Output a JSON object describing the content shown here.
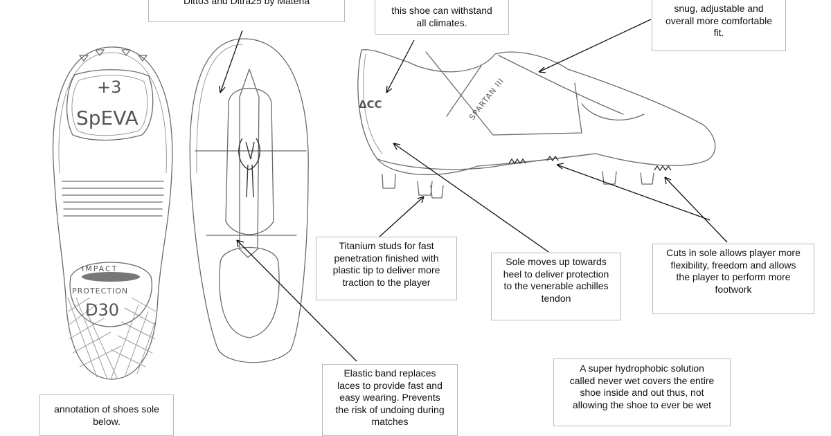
{
  "callouts": {
    "materia": [
      "Ditto3 and Ditra25 by Materia"
    ],
    "climate": [
      "this shoe can withstand",
      "all climates."
    ],
    "fit": [
      "snug, adjustable and",
      "overall more comfortable",
      "fit."
    ],
    "studs": [
      "Titanium studs for fast",
      "penetration finished with",
      "plastic tip to deliver more",
      "traction to the player"
    ],
    "sole": [
      "Sole moves up towards",
      "heel to deliver protection",
      "to the venerable achilles",
      "tendon"
    ],
    "cuts": [
      "Cuts in sole allows player more",
      "flexibility, freedom and allows",
      "the player to perform more",
      "footwork"
    ],
    "elastic": [
      "Elastic band replaces",
      "laces to provide fast and",
      "easy wearing. Prevents",
      "the risk of undoing during",
      "matches"
    ],
    "hydrophobic": [
      "A super hydrophobic solution",
      "called never wet covers the entire",
      "shoe inside and out thus, not",
      "allowing the shoe to ever be wet"
    ],
    "annotation": [
      "annotation of shoes sole",
      "below."
    ]
  },
  "sketch_labels": {
    "sole_plus": "+3",
    "sole_material": "SpEVA",
    "impact_top": "IMPACT",
    "impact_bottom": "PROTECTION",
    "heel_code": "D30",
    "brand": "ΔCC",
    "model": "SPARTAN III"
  },
  "colors": {
    "pencil": "#6a6a6a",
    "arrow": "#111111",
    "box_border": "#b9b9b9"
  }
}
